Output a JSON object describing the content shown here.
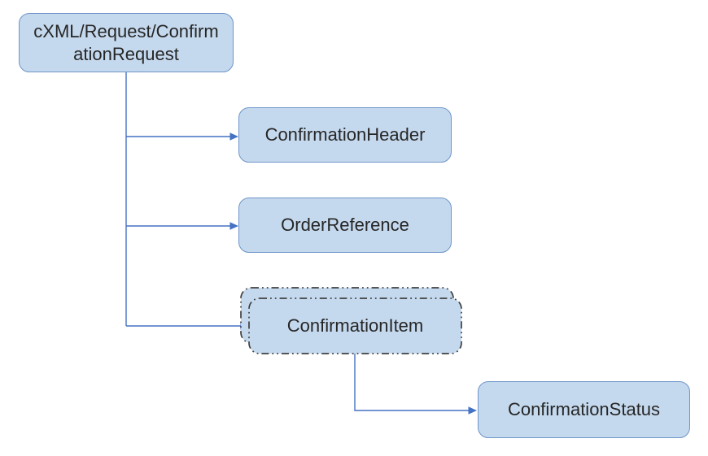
{
  "diagram": {
    "root": {
      "label": "cXML/Request/ConfirmationRequest",
      "line1": "cXML/Request/Confirm",
      "line2": "ationRequest"
    },
    "children": [
      {
        "id": "confirmation-header",
        "label": "ConfirmationHeader",
        "stacked": false
      },
      {
        "id": "order-reference",
        "label": "OrderReference",
        "stacked": false
      },
      {
        "id": "confirmation-item",
        "label": "ConfirmationItem",
        "stacked": true
      },
      {
        "id": "confirmation-status",
        "label": "ConfirmationStatus",
        "stacked": false,
        "parent": "confirmation-item"
      }
    ],
    "colors": {
      "node_fill": "#c5d9ee",
      "node_border": "#6e95c8",
      "connector": "#4472c4",
      "dashed_border": "#404040",
      "text": "#262626",
      "background": "#ffffff"
    }
  }
}
